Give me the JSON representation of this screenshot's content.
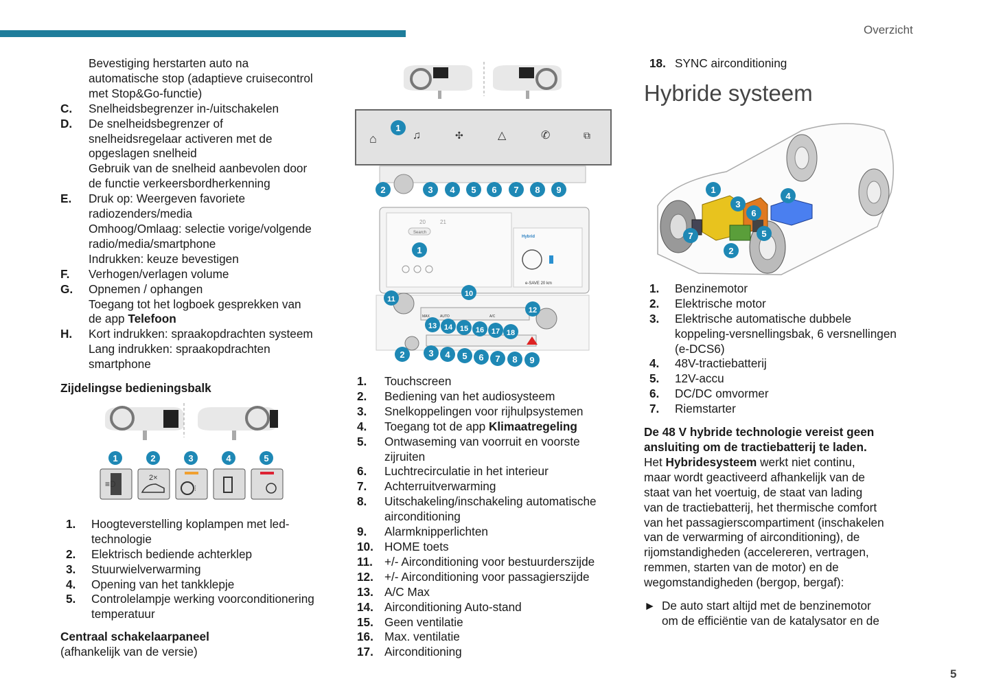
{
  "header": {
    "section": "Overzicht",
    "page_number": "5"
  },
  "col1": {
    "intro_lines": [
      "Bevestiging herstarten auto na",
      "automatische stop (adaptieve cruisecontrol",
      "met Stop&Go-functie)"
    ],
    "items": [
      {
        "label": "C.",
        "lines": [
          "Snelheidsbegrenzer in-/uitschakelen"
        ]
      },
      {
        "label": "D.",
        "lines": [
          "De snelheidsbegrenzer of",
          "snelheidsregelaar activeren met de",
          "opgeslagen snelheid",
          "Gebruik van de snelheid aanbevolen door",
          "de functie verkeersbordherkenning"
        ]
      },
      {
        "label": "E.",
        "lines": [
          "Druk op: Weergeven favoriete",
          "radiozenders/media",
          "Omhoog/Omlaag: selectie vorige/volgende",
          "radio/media/smartphone",
          "Indrukken: keuze bevestigen"
        ]
      },
      {
        "label": "F.",
        "lines": [
          "Verhogen/verlagen volume"
        ]
      },
      {
        "label": "G.",
        "lines": [
          "Opnemen / ophangen",
          "Toegang tot het logboek gesprekken van"
        ],
        "last_prefix": "de app ",
        "last_bold": "Telefoon"
      },
      {
        "label": "H.",
        "lines": [
          "Kort indrukken: spraakopdrachten systeem",
          "Lang indrukken: spraakopdrachten",
          "smartphone"
        ]
      }
    ],
    "side_heading": "Zijdelingse bedieningsbalk",
    "side_items": [
      {
        "label": "1.",
        "lines": [
          "Hoogteverstelling koplampen met led-",
          "technologie"
        ]
      },
      {
        "label": "2.",
        "lines": [
          "Elektrisch bediende achterklep"
        ]
      },
      {
        "label": "3.",
        "lines": [
          "Stuurwielverwarming"
        ]
      },
      {
        "label": "4.",
        "lines": [
          "Opening van het tankklepje"
        ]
      },
      {
        "label": "5.",
        "lines": [
          "Controlelampje werking voorconditionering",
          "temperatuur"
        ]
      }
    ],
    "central_heading": "Centraal schakelaarpaneel",
    "central_note": "(afhankelijk van de versie)",
    "fig_side": {
      "badges": [
        "1",
        "2",
        "3",
        "4",
        "5"
      ],
      "btn2_text": "2×"
    }
  },
  "col2": {
    "items": [
      {
        "label": "1.",
        "lines": [
          "Touchscreen"
        ]
      },
      {
        "label": "2.",
        "lines": [
          "Bediening van het audiosysteem"
        ]
      },
      {
        "label": "3.",
        "lines": [
          "Snelkoppelingen voor rijhulpsystemen"
        ]
      },
      {
        "label": "4.",
        "prefix": "Toegang tot de app ",
        "bold": "Klimaatregeling"
      },
      {
        "label": "5.",
        "lines": [
          "Ontwaseming van voorruit en voorste",
          "zijruiten"
        ]
      },
      {
        "label": "6.",
        "lines": [
          "Luchtrecirculatie in het interieur"
        ]
      },
      {
        "label": "7.",
        "lines": [
          "Achterruitverwarming"
        ]
      },
      {
        "label": "8.",
        "lines": [
          "Uitschakeling/inschakeling automatische",
          "airconditioning"
        ]
      },
      {
        "label": "9.",
        "lines": [
          "Alarmknipperlichten"
        ]
      },
      {
        "label": "10.",
        "lines": [
          "HOME toets"
        ]
      },
      {
        "label": "11.",
        "lines": [
          "+/- Airconditioning voor bestuurderszijde"
        ]
      },
      {
        "label": "12.",
        "lines": [
          "+/- Airconditioning voor passagierszijde"
        ]
      },
      {
        "label": "13.",
        "lines": [
          "A/C Max"
        ]
      },
      {
        "label": "14.",
        "lines": [
          "Airconditioning Auto-stand"
        ]
      },
      {
        "label": "15.",
        "lines": [
          "Geen ventilatie"
        ]
      },
      {
        "label": "16.",
        "lines": [
          "Max. ventilatie"
        ]
      },
      {
        "label": "17.",
        "lines": [
          "Airconditioning"
        ]
      }
    ],
    "fig_console": {
      "top_badges": [
        "1",
        "2",
        "3",
        "4",
        "5",
        "6",
        "7",
        "8",
        "9"
      ],
      "screen_texts": {
        "search": "Search",
        "hybrid": "Hybrid",
        "esave": "e-SAVE 20 km",
        "temp_left": "20",
        "temp_right": "21"
      },
      "lower_badges": [
        "1",
        "10",
        "11",
        "12",
        "13",
        "14",
        "15",
        "16",
        "17",
        "18",
        "2",
        "3",
        "4",
        "5",
        "6",
        "7",
        "8",
        "9"
      ],
      "button_texts": {
        "max": "MAX",
        "auto": "AUTO",
        "ac": "A/C"
      }
    }
  },
  "col3": {
    "item18": {
      "label": "18.",
      "text": "SYNC airconditioning"
    },
    "heading": "Hybride systeem",
    "fig_car": {
      "badges": [
        "1",
        "2",
        "3",
        "4",
        "5",
        "6",
        "7"
      ]
    },
    "items": [
      {
        "label": "1.",
        "lines": [
          "Benzinemotor"
        ]
      },
      {
        "label": "2.",
        "lines": [
          "Elektrische motor"
        ]
      },
      {
        "label": "3.",
        "lines": [
          "Elektrische automatische dubbele",
          "koppeling-versnellingsbak, 6 versnellingen",
          "(e-DCS6)"
        ]
      },
      {
        "label": "4.",
        "lines": [
          "48V-tractiebatterij"
        ]
      },
      {
        "label": "5.",
        "lines": [
          "12V-accu"
        ]
      },
      {
        "label": "6.",
        "lines": [
          "DC/DC omvormer"
        ]
      },
      {
        "label": "7.",
        "lines": [
          "Riemstarter"
        ]
      }
    ],
    "bold_lines": [
      "De 48 V hybride technologie vereist geen",
      "ansluiting om de tractiebatterij te laden."
    ],
    "para_first_prefix": "Het ",
    "para_first_bold": "Hybridesysteem",
    "para_first_suffix": " werkt niet continu,",
    "para_lines": [
      "maar wordt geactiveerd afhankelijk van de",
      "staat van het voertuig, de staat van lading",
      "van de tractiebatterij, het thermische comfort",
      "van het passagierscompartiment (inschakelen",
      "van de verwarming of airconditioning), de",
      "rijomstandigheden (accelereren, vertragen,",
      "remmen, starten van de motor) en de",
      "wegomstandigheden (bergop, bergaf):"
    ],
    "bullet_symbol": "►",
    "bullet_lines": [
      "De auto start altijd met de benzinemotor",
      "om de efficiëntie van de katalysator en de"
    ]
  }
}
